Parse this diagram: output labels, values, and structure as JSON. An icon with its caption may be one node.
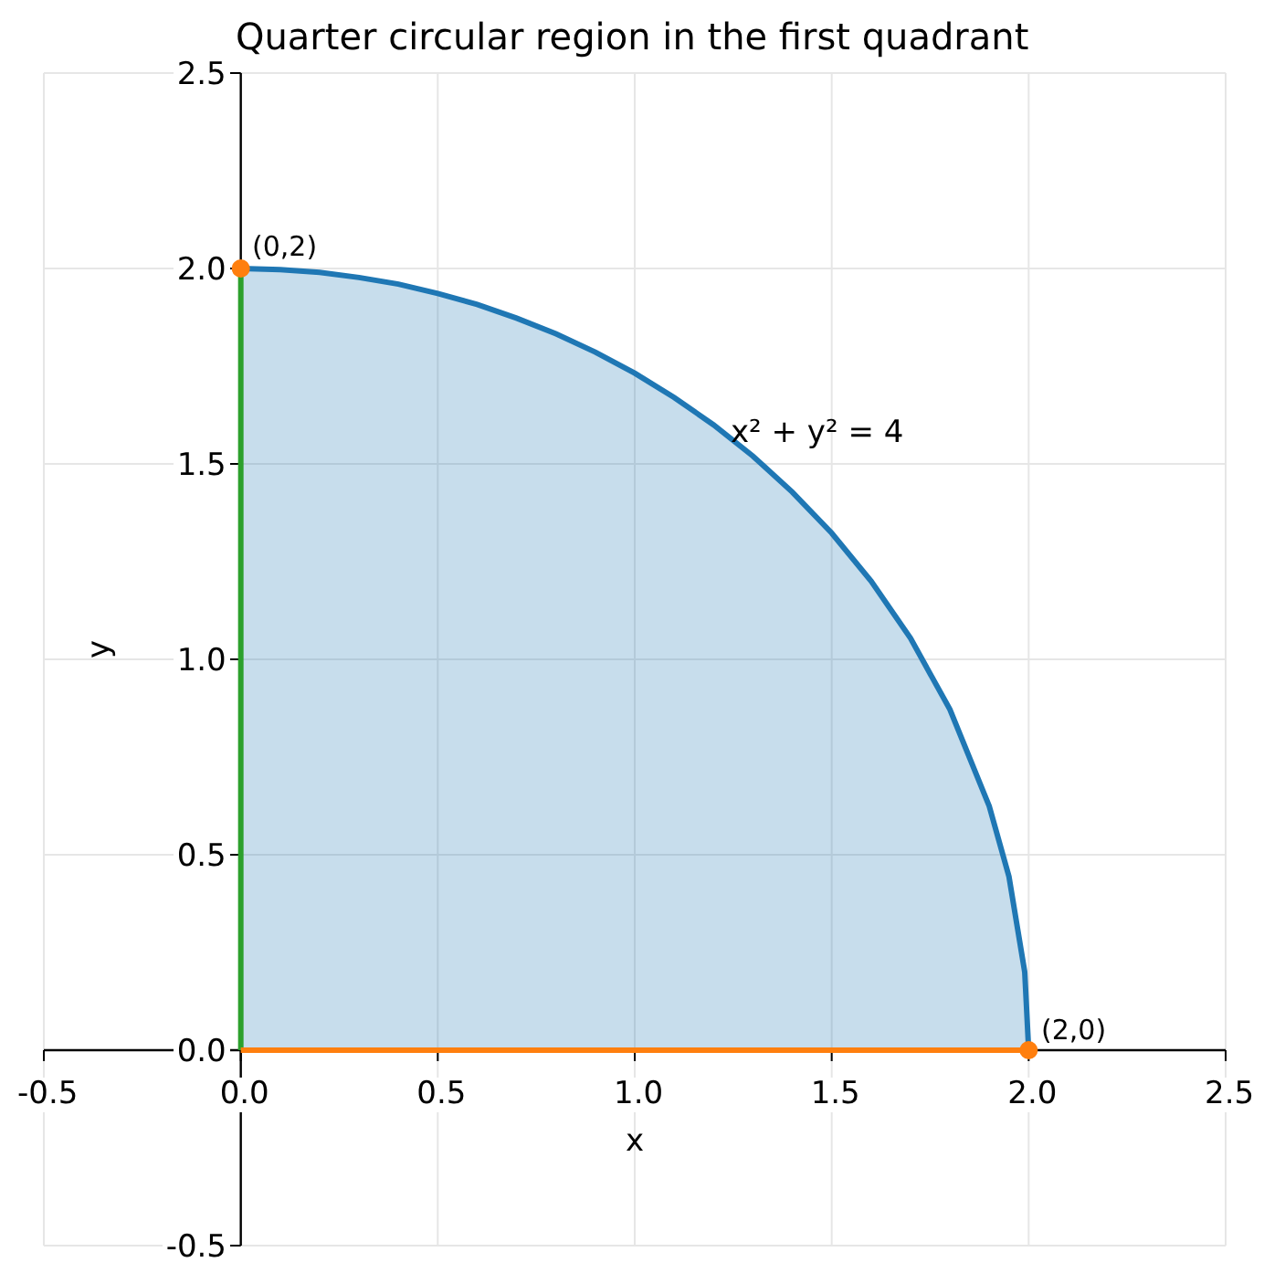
{
  "diagram": {
    "title": "Quarter circular region in the first quadrant",
    "labels": [
      "(0,2)",
      "x² + y² = 4",
      "(2,0)"
    ],
    "chart_data": {
      "type": "area",
      "xlabel": "x",
      "ylabel": "y",
      "xlim": [
        -0.5,
        2.5
      ],
      "ylim": [
        -0.5,
        2.5
      ],
      "xticks": [
        -0.5,
        {
          "value": 0,
          "label": "0.0"
        },
        0.5,
        {
          "value": 1,
          "label": "1.0"
        },
        1.5,
        {
          "value": 2,
          "label": "2.0"
        },
        2.5
      ],
      "yticks": [
        -0.5,
        {
          "value": 0,
          "label": "0.0"
        },
        0.5,
        {
          "value": 1,
          "label": "1.0"
        },
        1.5,
        {
          "value": 2,
          "label": "2.0"
        },
        2.5
      ],
      "grid": true,
      "x": [
        0,
        0.1,
        0.2,
        0.3,
        0.4,
        0.5,
        0.6,
        0.7,
        0.8,
        0.9,
        1.0,
        1.1,
        1.2,
        1.3,
        1.4,
        1.5,
        1.6,
        1.7,
        1.8,
        1.9,
        1.95,
        1.99,
        2.0
      ],
      "series": [
        {
          "color": "#1f77b4",
          "values": [
            2,
            1.997,
            1.99,
            1.977,
            1.96,
            1.936,
            1.908,
            1.873,
            1.833,
            1.786,
            1.732,
            1.67,
            1.6,
            1.52,
            1.428,
            1.323,
            1.2,
            1.054,
            0.872,
            0.624,
            0.444,
            0.2,
            0
          ]
        }
      ]
    }
  }
}
